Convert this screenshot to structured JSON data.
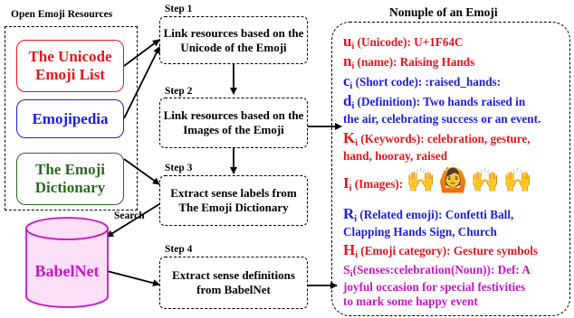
{
  "resources": {
    "title": "Open Emoji Resources",
    "items": [
      {
        "text": "The Unicode Emoji List",
        "color": "#e8141b"
      },
      {
        "text": "Emojipedia",
        "color": "#1c1ce6"
      },
      {
        "text": "The Emoji Dictionary",
        "color": "#2a6a22"
      }
    ]
  },
  "babelnet": {
    "label": "BabelNet",
    "color": "#c417c4",
    "search_label": "Search"
  },
  "steps": [
    {
      "label": "Step 1",
      "text": "Link resources based on the Unicode of the Emoji"
    },
    {
      "label": "Step 2",
      "text": "Link resources based on the Images of the Emoji"
    },
    {
      "label": "Step 3",
      "text": "Extract sense labels from The Emoji Dictionary"
    },
    {
      "label": "Step 4",
      "text": "Extract sense definitions from BabelNet"
    }
  ],
  "nonuple": {
    "title": "Nonuple of an Emoji",
    "u": {
      "sym": "u",
      "sub": "i",
      "text": "(Unicode): U+1F64C"
    },
    "n": {
      "sym": "n",
      "sub": "i",
      "text": "(name): Raising Hands"
    },
    "c": {
      "sym": "c",
      "sub": "i",
      "text": "(Short code): :raised_hands:"
    },
    "d": {
      "sym": "d",
      "sub": "i",
      "text1": "(Definition): Two hands raised in",
      "text2": "the air, celebrating success or an event."
    },
    "k": {
      "sym": "K",
      "sub": "i",
      "text1": "(Keywords): celebration, gesture,",
      "text2": "hand, hooray, raised"
    },
    "img": {
      "sym": "I",
      "sub": "i",
      "text": "(Images):",
      "emojis": [
        "🙌",
        "🙆",
        "🙌",
        "🙌"
      ]
    },
    "r": {
      "sym": "R",
      "sub": "i",
      "text1": "(Related emoji): Confetti Ball,",
      "text2": "Clapping Hands Sign, Church"
    },
    "h": {
      "sym": "H",
      "sub": "i",
      "text": "(Emoji category): Gesture symbols"
    },
    "s": {
      "sym": "S",
      "sub": "i",
      "text1": "(Senses:celebration(Noun)): Def: A",
      "text2": "joyful occasion for special festivities",
      "text3": "to mark some happy event"
    }
  }
}
